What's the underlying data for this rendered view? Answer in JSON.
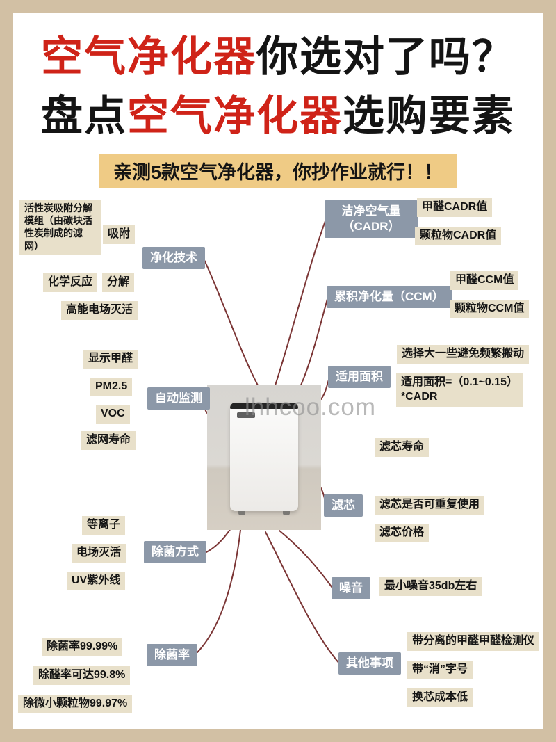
{
  "title": {
    "l1_red": "空气净化器",
    "l1_black": "你选对了吗？",
    "l2_black1": "盘点",
    "l2_red": "空气净化器",
    "l2_black2": "选购要素"
  },
  "banner": {
    "text": "亲测5款空气净化器，你抄作业就行！！"
  },
  "watermark": "lhhcoo.com",
  "colors": {
    "accent_red": "#cf2318",
    "node_bg": "#8c98a8",
    "leaf_bg": "#e8e0ca",
    "banner_bg": "#efcb85",
    "frame": "#d2c0a4",
    "line": "#7b3535"
  },
  "mindmap": {
    "branches": [
      {
        "label": "净化技术",
        "leaves": [
          "活性炭吸附分解模组（由碳块活性炭制成的滤网）",
          "吸附",
          "化学反应",
          "分解",
          "高能电场灭活"
        ]
      },
      {
        "label": "自动监测",
        "leaves": [
          "显示甲醛",
          "PM2.5",
          "VOC",
          "滤网寿命"
        ]
      },
      {
        "label": "除菌方式",
        "leaves": [
          "等离子",
          "电场灭活",
          "UV紫外线"
        ]
      },
      {
        "label": "除菌率",
        "leaves": [
          "除菌率99.99%",
          "除醛率可达99.8%",
          "除微小颗粒物99.97%"
        ]
      },
      {
        "label": "洁净空气量",
        "label2": "（CADR）",
        "leaves": [
          "甲醛CADR值",
          "颗粒物CADR值"
        ]
      },
      {
        "label": "累积净化量（CCM）",
        "leaves": [
          "甲醛CCM值",
          "颗粒物CCM值"
        ]
      },
      {
        "label": "适用面积",
        "leaves": [
          "选择大一些避免频繁搬动",
          "适用面积=（0.1~0.15）\n*CADR"
        ]
      },
      {
        "label": "滤芯",
        "leaves": [
          "滤芯寿命",
          "滤芯是否可重复使用",
          "滤芯价格"
        ]
      },
      {
        "label": "噪音",
        "leaves": [
          "最小噪音35db左右"
        ]
      },
      {
        "label": "其他事项",
        "leaves": [
          "带分离的甲醛甲醛检测仪",
          "带“消”字号",
          "换芯成本低"
        ]
      }
    ]
  }
}
